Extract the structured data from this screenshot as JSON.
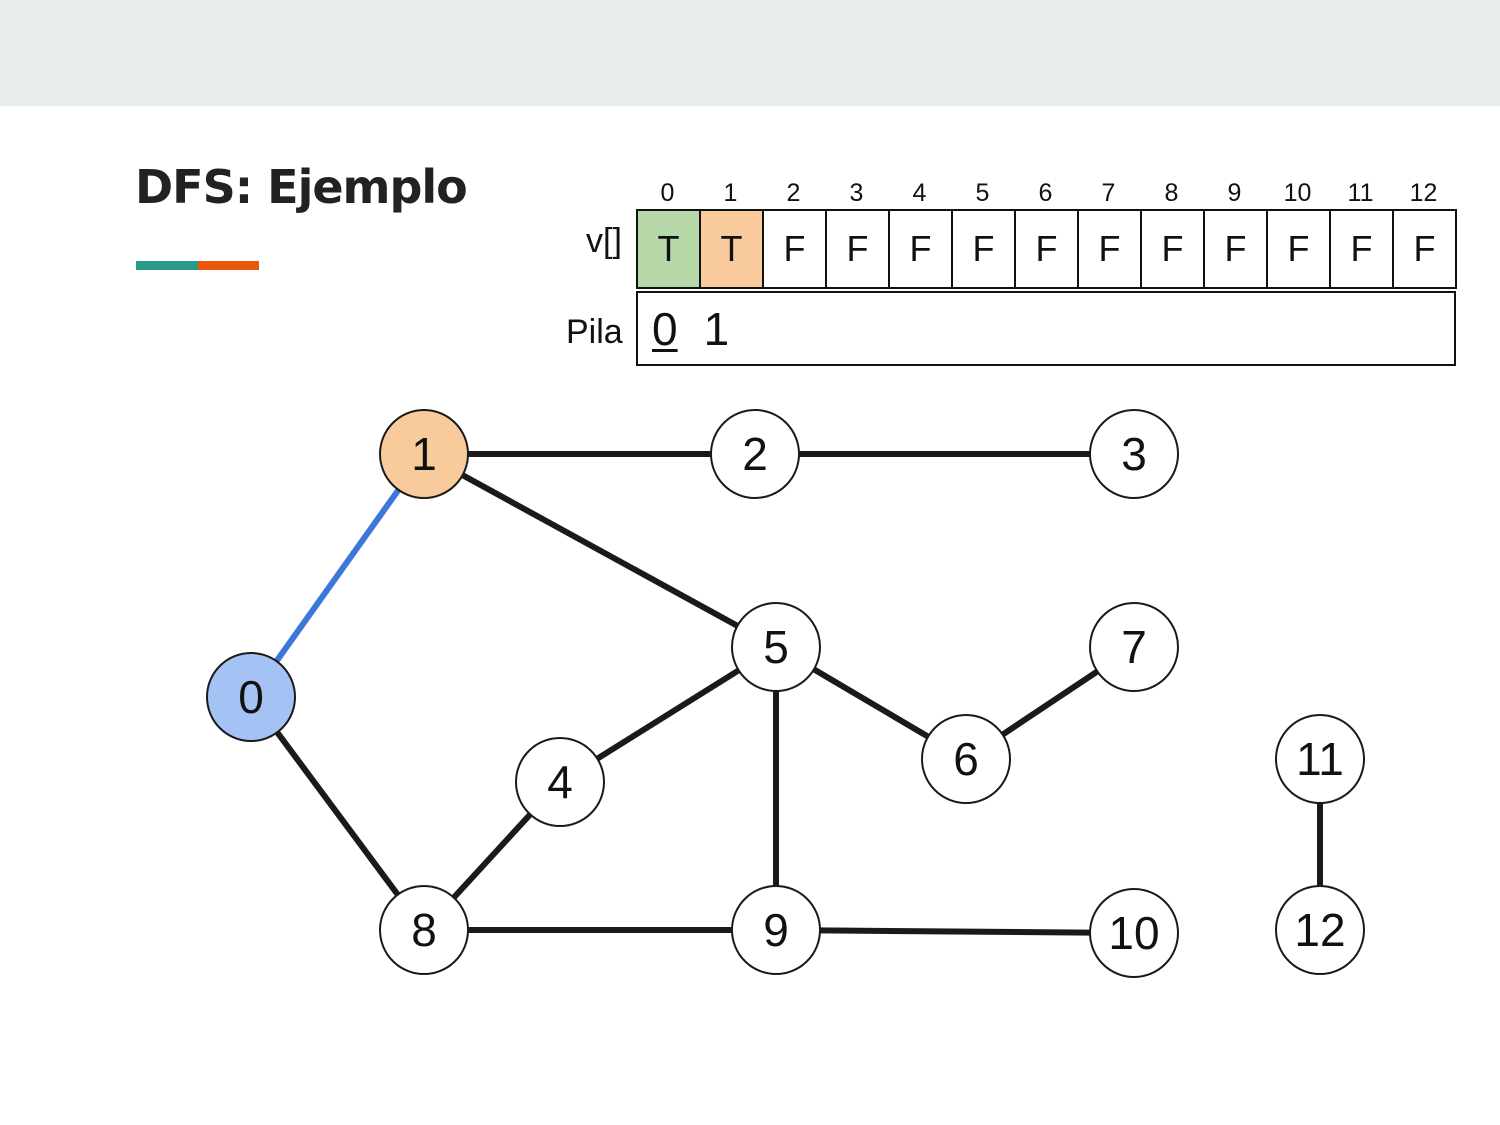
{
  "title": "DFS: Ejemplo",
  "colors": {
    "top_band": "#e8ecec",
    "accent_teal": "#2a9a8a",
    "accent_orange": "#e8590c",
    "visited_done": "#b6d7a8",
    "visited_current": "#f9cb9c",
    "node_start": "#a4c2f4",
    "edge_default": "#1a1a1a",
    "edge_traversed": "#3c78d8"
  },
  "visited": {
    "label": "v[]",
    "indices": [
      "0",
      "1",
      "2",
      "3",
      "4",
      "5",
      "6",
      "7",
      "8",
      "9",
      "10",
      "11",
      "12"
    ],
    "values": [
      "T",
      "T",
      "F",
      "F",
      "F",
      "F",
      "F",
      "F",
      "F",
      "F",
      "F",
      "F",
      "F"
    ],
    "cell_fills": [
      "#b6d7a8",
      "#f9cb9c",
      "#ffffff",
      "#ffffff",
      "#ffffff",
      "#ffffff",
      "#ffffff",
      "#ffffff",
      "#ffffff",
      "#ffffff",
      "#ffffff",
      "#ffffff",
      "#ffffff"
    ]
  },
  "stack": {
    "label": "Pila",
    "items": [
      {
        "value": "0",
        "underlined": true
      },
      {
        "value": "1",
        "underlined": false
      }
    ]
  },
  "graph": {
    "nodes": [
      {
        "id": "0",
        "label": "0",
        "fill": "#a4c2f4"
      },
      {
        "id": "1",
        "label": "1",
        "fill": "#f9cb9c"
      },
      {
        "id": "2",
        "label": "2",
        "fill": "#ffffff"
      },
      {
        "id": "3",
        "label": "3",
        "fill": "#ffffff"
      },
      {
        "id": "4",
        "label": "4",
        "fill": "#ffffff"
      },
      {
        "id": "5",
        "label": "5",
        "fill": "#ffffff"
      },
      {
        "id": "6",
        "label": "6",
        "fill": "#ffffff"
      },
      {
        "id": "7",
        "label": "7",
        "fill": "#ffffff"
      },
      {
        "id": "8",
        "label": "8",
        "fill": "#ffffff"
      },
      {
        "id": "9",
        "label": "9",
        "fill": "#ffffff"
      },
      {
        "id": "10",
        "label": "10",
        "fill": "#ffffff"
      },
      {
        "id": "11",
        "label": "11",
        "fill": "#ffffff"
      },
      {
        "id": "12",
        "label": "12",
        "fill": "#ffffff"
      }
    ],
    "edges": [
      {
        "from": "0",
        "to": "1",
        "traversed": true
      },
      {
        "from": "0",
        "to": "8",
        "traversed": false
      },
      {
        "from": "1",
        "to": "2",
        "traversed": false
      },
      {
        "from": "2",
        "to": "3",
        "traversed": false
      },
      {
        "from": "1",
        "to": "5",
        "traversed": false
      },
      {
        "from": "5",
        "to": "4",
        "traversed": false
      },
      {
        "from": "5",
        "to": "6",
        "traversed": false
      },
      {
        "from": "6",
        "to": "7",
        "traversed": false
      },
      {
        "from": "5",
        "to": "9",
        "traversed": false
      },
      {
        "from": "4",
        "to": "8",
        "traversed": false
      },
      {
        "from": "8",
        "to": "9",
        "traversed": false
      },
      {
        "from": "9",
        "to": "10",
        "traversed": false
      },
      {
        "from": "11",
        "to": "12",
        "traversed": false
      }
    ]
  }
}
